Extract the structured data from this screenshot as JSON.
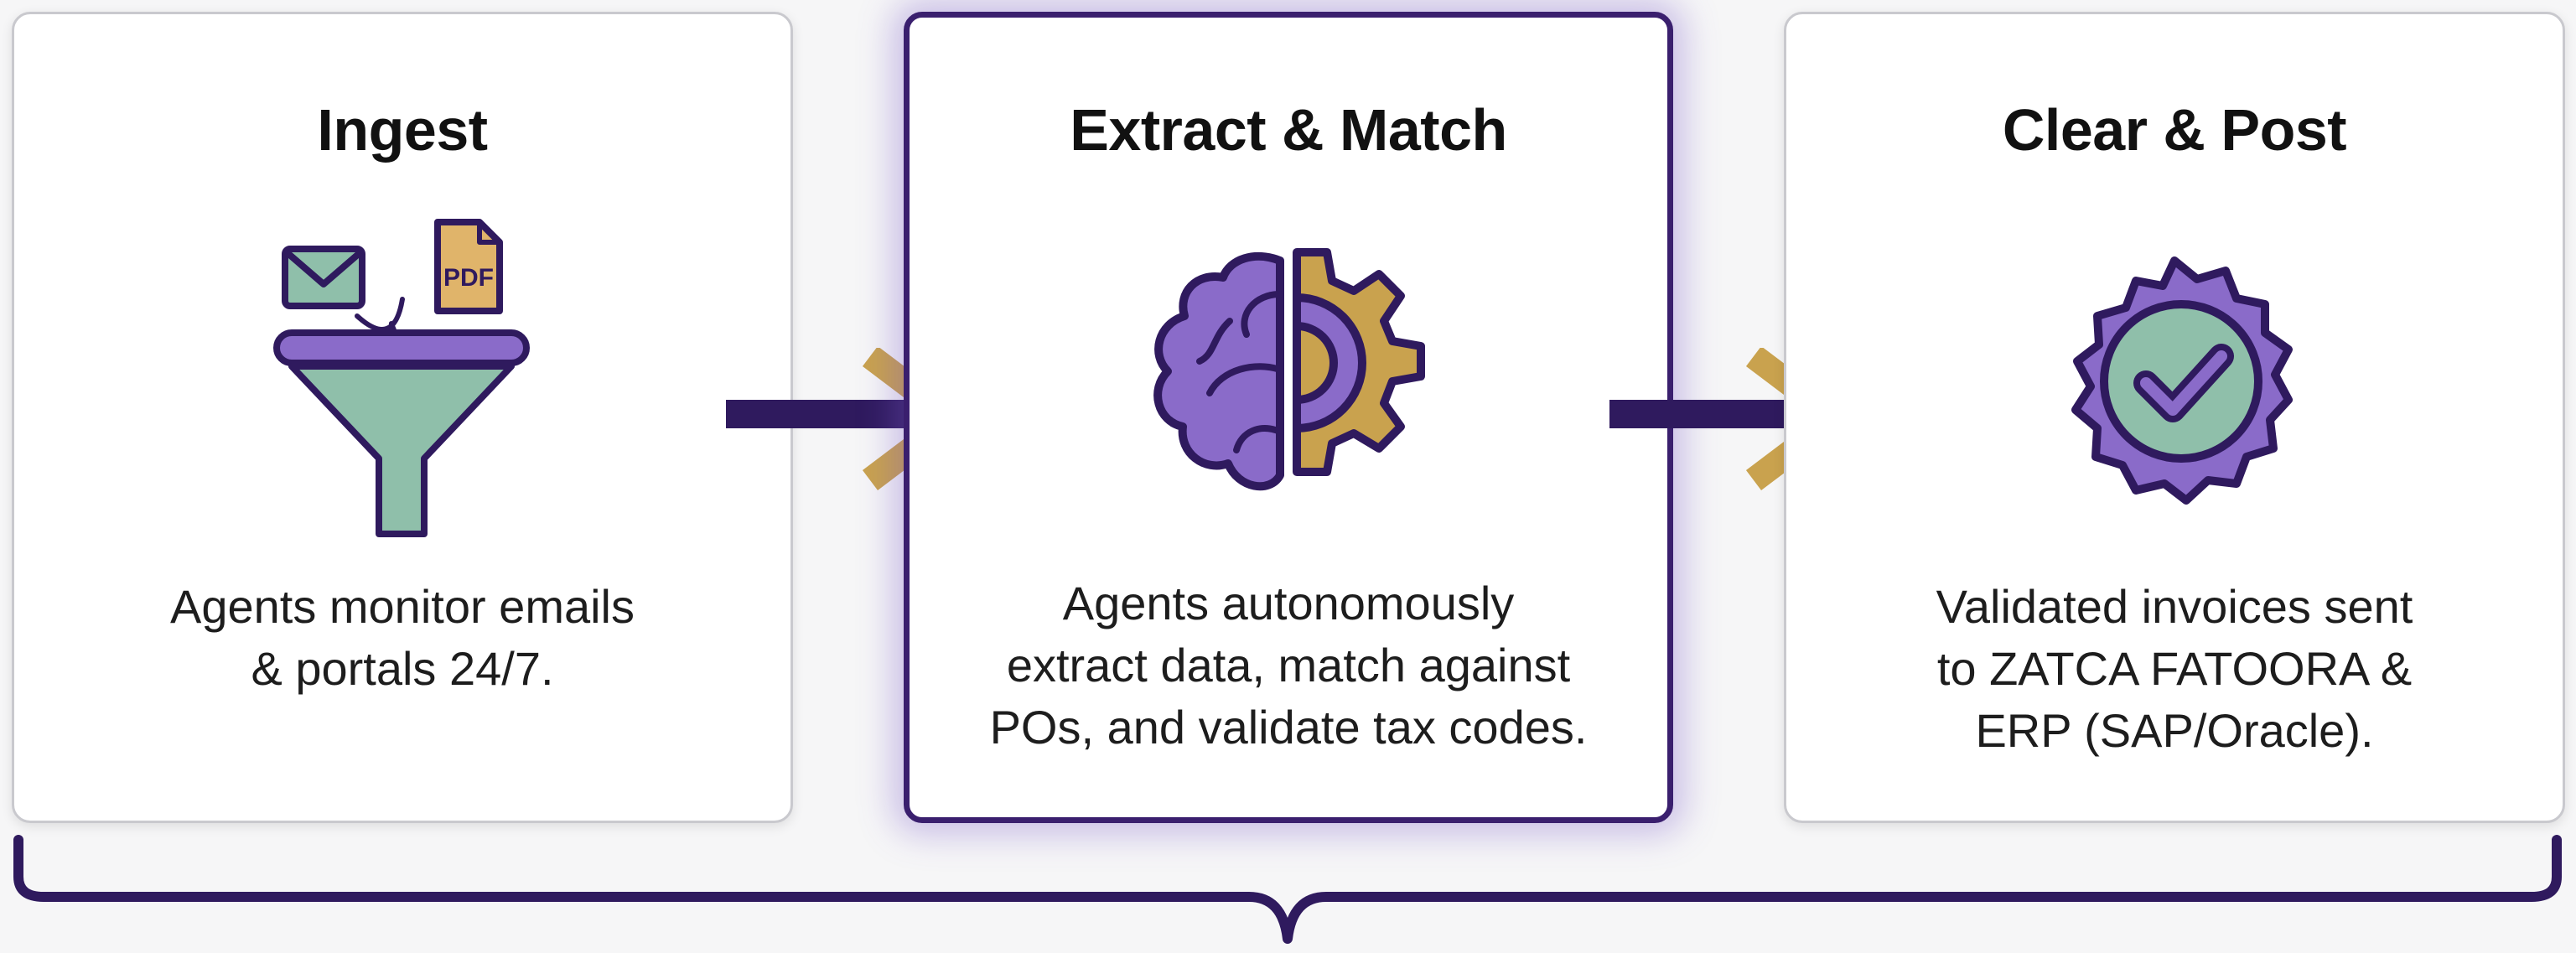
{
  "colors": {
    "purple_dark": "#2f1a5e",
    "purple_mid": "#8a6bc9",
    "teal": "#8fbfaa",
    "gold": "#c9a24e",
    "card_border": "#c9c9ce"
  },
  "steps": [
    {
      "title": "Ingest",
      "icon": "funnel-icon",
      "description_lines": [
        "Agents monitor emails",
        "& portals 24/7."
      ],
      "pdf_label": "PDF"
    },
    {
      "title": "Extract & Match",
      "icon": "brain-gear-icon",
      "description_lines": [
        "Agents autonomously",
        "extract data, match against",
        "POs, and validate tax codes."
      ]
    },
    {
      "title": "Clear & Post",
      "icon": "verified-badge-icon",
      "description_lines": [
        "Validated invoices sent",
        "to ZATCA FATOORA &",
        "ERP (SAP/Oracle)."
      ]
    }
  ]
}
